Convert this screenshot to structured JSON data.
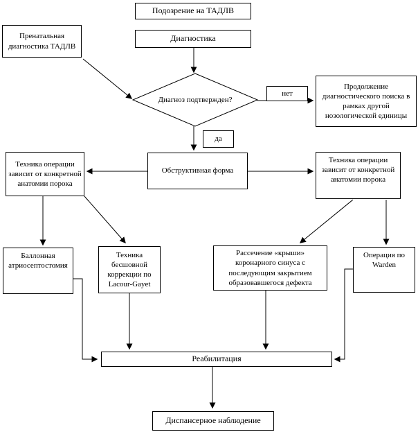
{
  "page": {
    "background_color": "#ffffff",
    "stroke_color": "#000000"
  },
  "nodes": {
    "suspicion": "Подозрение на ТАДЛВ",
    "prenatal": "Пренатальная диагностика ТАДЛВ",
    "diagnostics": "Диагностика",
    "decision": "Диагноз подтвержден?",
    "continue_search": "Продолжение диагностического поиска в рамках другой нозологической единицы",
    "technique_left": "Техника операции зависит от конкретной анатомии порока",
    "obstructive": "Обструктивная форма",
    "technique_right": "Техника операции зависит от конкретной анатомии порока",
    "balloon": "Баллонная атриосептостомия",
    "sutureless": "Техника бесшовной коррекции по Lacour-Gayet",
    "roof_incision": "Рассечение «крыши» коронарного синуса с последующим закрытием образовавшегося дефекта",
    "warden": "Операция по Warden",
    "rehabilitation": "Реабилитация",
    "dispensary": "Диспансерное наблюдение"
  },
  "edge_labels": {
    "no": "нет",
    "yes": "да"
  }
}
